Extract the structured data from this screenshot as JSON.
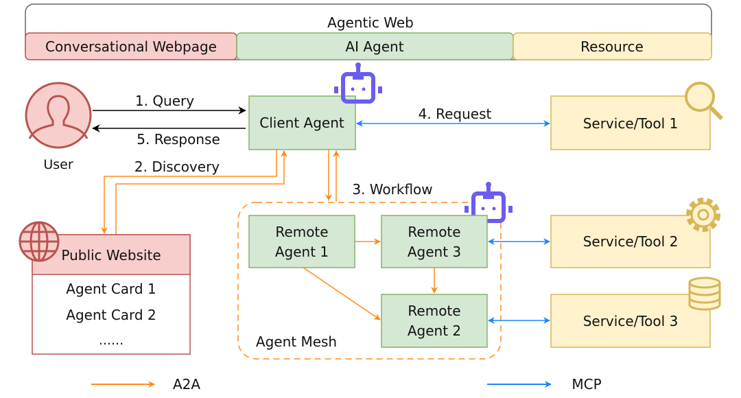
{
  "header": {
    "title": "Agentic Web",
    "layers": [
      "Conversational Webpage",
      "AI Agent",
      "Resource"
    ]
  },
  "nodes": {
    "user": "User",
    "client_agent": "Client Agent",
    "public_website": {
      "title": "Public Website",
      "cards": [
        "Agent Card 1",
        "Agent Card 2",
        "......"
      ]
    },
    "agent_mesh": "Agent Mesh",
    "remote_agent_1": [
      "Remote",
      "Agent 1"
    ],
    "remote_agent_2": [
      "Remote",
      "Agent 2"
    ],
    "remote_agent_3": [
      "Remote",
      "Agent 3"
    ],
    "service_tool_1": "Service/Tool 1",
    "service_tool_2": "Service/Tool 2",
    "service_tool_3": "Service/Tool 3"
  },
  "edges": {
    "query": "1. Query",
    "discovery": "2. Discovery",
    "workflow": "3. Workflow",
    "request": "4. Request",
    "response": "5. Response"
  },
  "legend": {
    "a2a": "A2A",
    "mcp": "MCP"
  },
  "colors": {
    "a2a": "#ff8c1a",
    "mcp": "#1a85ff",
    "robot": "#6a5cf0",
    "pink_fill": "#f8cecc",
    "pink_stroke": "#b85450",
    "green_fill": "#d5e8d4",
    "green_stroke": "#82b366",
    "yellow_fill": "#fff2cc",
    "yellow_stroke": "#d6b656"
  }
}
